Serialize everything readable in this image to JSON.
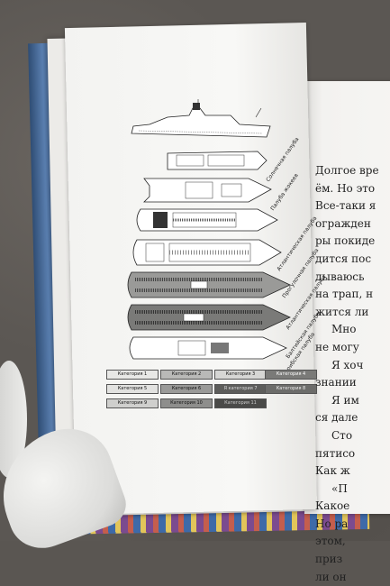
{
  "photo": {
    "subject": "open printed book with a cruise ship deck plan",
    "colors": {
      "paper": "#f6f6f4",
      "carpet": "#5b5753",
      "cover": "#3d5c86",
      "ink": "#222222"
    }
  },
  "left_page": {
    "deck_top_labels": [
      "",
      "",
      "",
      "",
      "",
      ""
    ],
    "deck_labels": [
      "Солнечная палуба",
      "Палуба жокеев",
      "",
      "Атлантическая палуба",
      "Прогулочная палуба",
      "Атлантическая палуба",
      "Балтийская палуба",
      "Карибская палуба"
    ],
    "legend": [
      "Категория 1",
      "Категория 2",
      "Категория 3",
      "Категория 4",
      "Категория 5",
      "Категория 6",
      "Я категория 7",
      "Категория 8",
      "Категория 9",
      "Категория 10",
      "Категория 11"
    ]
  },
  "right_page": {
    "lines": [
      "Долгое вре",
      "ём. Но это",
      "Все-таки я",
      "огражден",
      "ры покиде",
      "дится пос",
      "дываюсь",
      "на трап, н",
      "жится ли",
      "Мно",
      "не могу",
      "Я хоч",
      "знании",
      "Я им",
      "ся дале",
      "Сто",
      "пятисо",
      "Как ж",
      "«П",
      "Какое",
      "Но ра",
      "этом,",
      "приз",
      "ли он"
    ]
  }
}
